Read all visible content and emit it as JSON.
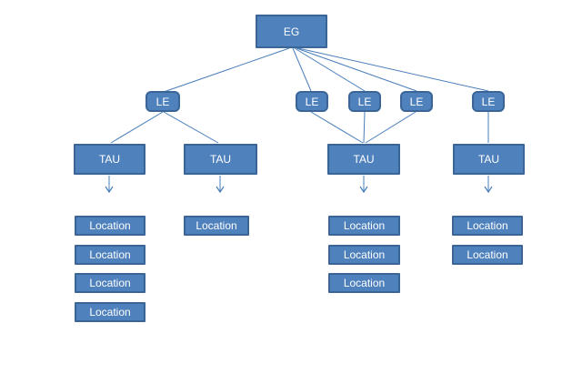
{
  "diagram": {
    "background": "#ffffff",
    "colors": {
      "node_fill": "#4f81bd",
      "node_border": "#3a6596",
      "connector": "#4a7ebb",
      "node_text": "#ffffff"
    },
    "root": {
      "label": "EG"
    },
    "le_nodes": [
      {
        "label": "LE"
      },
      {
        "label": "LE"
      },
      {
        "label": "LE"
      },
      {
        "label": "LE"
      },
      {
        "label": "LE"
      }
    ],
    "tau_nodes": [
      {
        "label": "TAU"
      },
      {
        "label": "TAU"
      },
      {
        "label": "TAU"
      },
      {
        "label": "TAU"
      }
    ],
    "location_columns": [
      {
        "items": [
          {
            "label": "Location"
          },
          {
            "label": "Location"
          },
          {
            "label": "Location"
          },
          {
            "label": "Location"
          }
        ]
      },
      {
        "items": [
          {
            "label": "Location"
          }
        ]
      },
      {
        "items": [
          {
            "label": "Location"
          },
          {
            "label": "Location"
          },
          {
            "label": "Location"
          }
        ]
      },
      {
        "items": [
          {
            "label": "Location"
          },
          {
            "label": "Location"
          }
        ]
      }
    ],
    "edges": [
      {
        "from": "EG",
        "to": "LE-1",
        "arrow": false
      },
      {
        "from": "EG",
        "to": "LE-2",
        "arrow": false
      },
      {
        "from": "EG",
        "to": "LE-3",
        "arrow": false
      },
      {
        "from": "EG",
        "to": "LE-4",
        "arrow": false
      },
      {
        "from": "EG",
        "to": "LE-5",
        "arrow": false
      },
      {
        "from": "LE-1",
        "to": "TAU-1",
        "arrow": false
      },
      {
        "from": "LE-1",
        "to": "TAU-2",
        "arrow": false
      },
      {
        "from": "LE-2",
        "to": "TAU-3",
        "arrow": false
      },
      {
        "from": "LE-3",
        "to": "TAU-3",
        "arrow": false
      },
      {
        "from": "LE-4",
        "to": "TAU-3",
        "arrow": false
      },
      {
        "from": "LE-5",
        "to": "TAU-4",
        "arrow": false
      },
      {
        "from": "TAU-1",
        "to": "locations-column-1",
        "arrow": true
      },
      {
        "from": "TAU-2",
        "to": "locations-column-2",
        "arrow": true
      },
      {
        "from": "TAU-3",
        "to": "locations-column-3",
        "arrow": true
      },
      {
        "from": "TAU-4",
        "to": "locations-column-4",
        "arrow": true
      }
    ]
  }
}
